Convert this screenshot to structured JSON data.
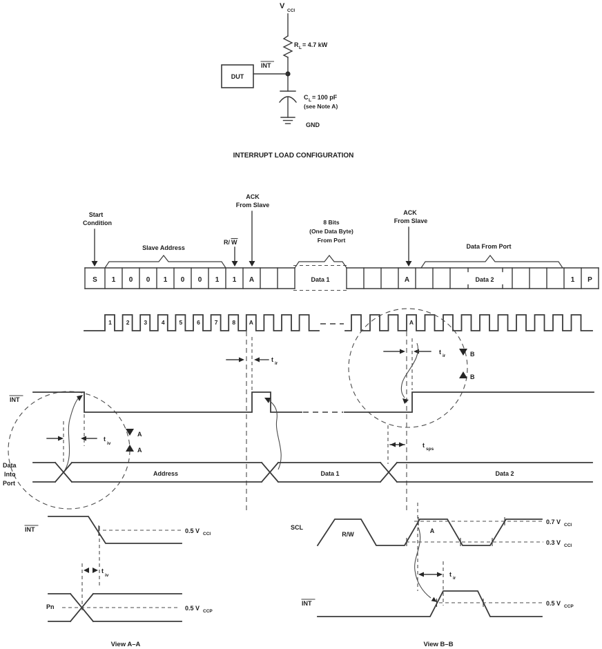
{
  "circuit": {
    "vcc_main": "V",
    "vcc_sub": "CCI",
    "r_main": "R",
    "r_sub": "L",
    "r_value": "= 4.7 kW",
    "dut": "DUT",
    "int_label": "INT",
    "c_main": "C",
    "c_sub": "L",
    "c_value": "= 100 pF",
    "c_note": "(see Note A)",
    "gnd": "GND",
    "caption": "INTERRUPT LOAD CONFIGURATION"
  },
  "bitstream": {
    "start_line1": "Start",
    "start_line2": "Condition",
    "slave_address": "Slave Address",
    "rw_main": "R/",
    "rw_bar": "W",
    "ack1_line1": "ACK",
    "ack1_line2": "From Slave",
    "byte_line1": "8 Bits",
    "byte_line2": "(One Data Byte)",
    "byte_line3": "From Port",
    "ack2_line1": "ACK",
    "ack2_line2": "From Slave",
    "data_from_port": "Data From Port",
    "cells": [
      "S",
      "1",
      "0",
      "0",
      "1",
      "0",
      "0",
      "1",
      "1",
      "A",
      "Data 1",
      "A",
      "Data 2",
      "1",
      "P"
    ]
  },
  "clock": {
    "numbers": [
      "1",
      "2",
      "3",
      "4",
      "5",
      "6",
      "7",
      "8"
    ],
    "ack1": "A",
    "ack2": "A"
  },
  "timing": {
    "int_label": "INT",
    "t_ir_main": "t",
    "t_ir_sub": "ir",
    "t_iv_main": "t",
    "t_iv_sub": "iv",
    "t_sps_main": "t",
    "t_sps_sub": "sps",
    "cut_a": "A",
    "cut_b": "B",
    "port_line1": "Data",
    "port_line2": "Into",
    "port_line3": "Port",
    "bus_address": "Address",
    "bus_data1": "Data 1",
    "bus_data2": "Data 2"
  },
  "view_a": {
    "int_label": "INT",
    "pn_label": "Pn",
    "level_int_pre": "0.5 V",
    "level_int_sub": "CCI",
    "level_pn_pre": "0.5 V",
    "level_pn_sub": "CCP",
    "t_iv_main": "t",
    "t_iv_sub": "iv",
    "caption": "View A–A"
  },
  "view_b": {
    "scl_label": "SCL",
    "int_label": "INT",
    "rw_label": "R/W",
    "ack_label": "A",
    "level_07_pre": "0.7 V",
    "level_07_sub": "CCI",
    "level_03_pre": "0.3 V",
    "level_03_sub": "CCI",
    "level_05_pre": "0.5 V",
    "level_05_sub": "CCP",
    "t_ir_main": "t",
    "t_ir_sub": "ir",
    "caption": "View B–B"
  }
}
